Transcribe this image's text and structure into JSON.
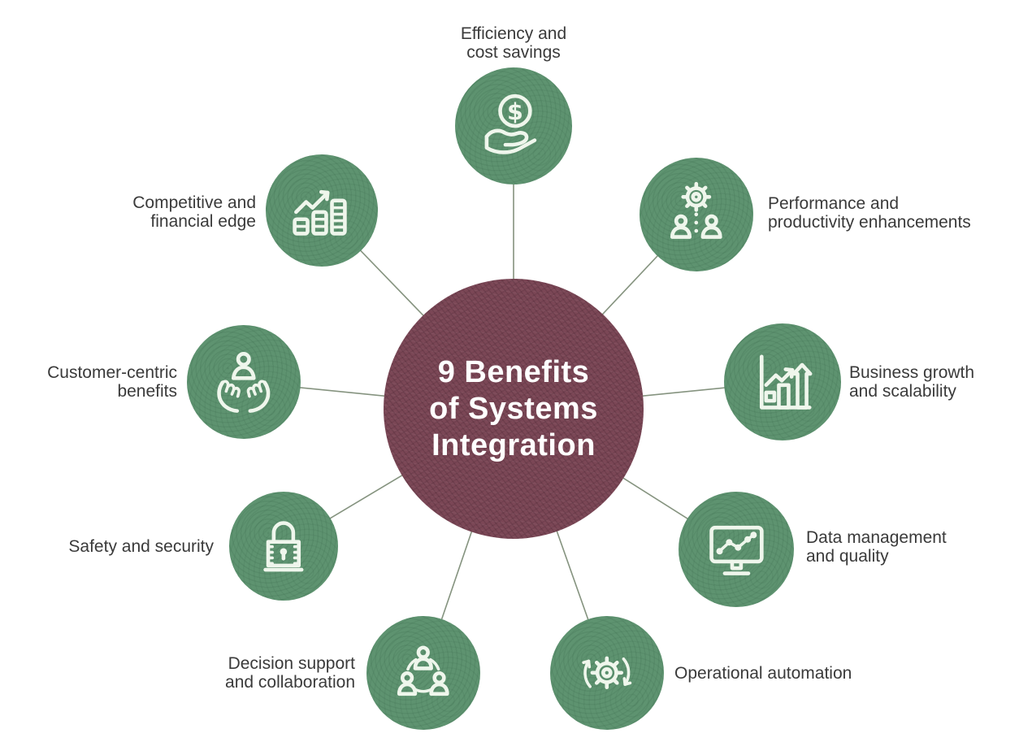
{
  "hub": {
    "title_lines": [
      "9 Benefits",
      "of Systems",
      "Integration"
    ],
    "color": "#7b4756",
    "text_color": "#ffffff"
  },
  "colors": {
    "node_green": "#5e9370",
    "icon": "#eff6ec",
    "label_text": "#3a3a3a",
    "connector_line": "#85937f",
    "background": "#ffffff"
  },
  "items": [
    {
      "id": "efficiency",
      "icon": "dollar-hand-icon",
      "lines": [
        "Efficiency and",
        "cost savings"
      ]
    },
    {
      "id": "performance",
      "icon": "gear-people-icon",
      "lines": [
        "Performance and",
        "productivity enhancements"
      ]
    },
    {
      "id": "business",
      "icon": "growth-chart-icon",
      "lines": [
        "Business growth",
        "and scalability"
      ]
    },
    {
      "id": "data",
      "icon": "monitor-chart-icon",
      "lines": [
        "Data management",
        "and quality"
      ]
    },
    {
      "id": "operational",
      "icon": "gear-cycle-icon",
      "lines": [
        "Operational automation"
      ]
    },
    {
      "id": "decision",
      "icon": "people-network-icon",
      "lines": [
        "Decision support",
        "and collaboration"
      ]
    },
    {
      "id": "safety",
      "icon": "padlock-icon",
      "lines": [
        "Safety and security"
      ]
    },
    {
      "id": "customer",
      "icon": "hands-person-icon",
      "lines": [
        "Customer-centric",
        "benefits"
      ]
    },
    {
      "id": "competitive",
      "icon": "coins-trend-icon",
      "lines": [
        "Competitive and",
        "financial edge"
      ]
    }
  ]
}
